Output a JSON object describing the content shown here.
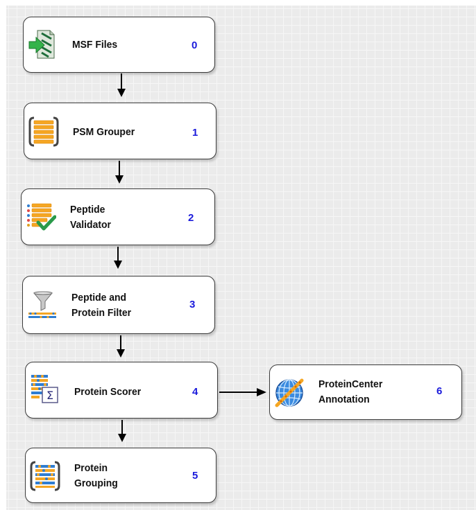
{
  "nodes": [
    {
      "id": "msf_files",
      "label": "MSF Files",
      "number": "0",
      "icon": "msf-files-icon"
    },
    {
      "id": "psm_grouper",
      "label": "PSM Grouper",
      "number": "1",
      "icon": "psm-grouper-icon"
    },
    {
      "id": "peptide_validator",
      "label": "Peptide\nValidator",
      "number": "2",
      "icon": "peptide-validator-icon"
    },
    {
      "id": "peptide_protein_filter",
      "label": "Peptide and\nProtein Filter",
      "number": "3",
      "icon": "filter-funnel-icon"
    },
    {
      "id": "protein_scorer",
      "label": "Protein Scorer",
      "number": "4",
      "icon": "protein-scorer-icon"
    },
    {
      "id": "protein_grouping",
      "label": "Protein\nGrouping",
      "number": "5",
      "icon": "protein-grouping-icon"
    },
    {
      "id": "proteincenter_annotation",
      "label": "ProteinCenter\nAnnotation",
      "number": "6",
      "icon": "globe-icon"
    }
  ],
  "edges": [
    {
      "from": "msf_files",
      "to": "psm_grouper"
    },
    {
      "from": "psm_grouper",
      "to": "peptide_validator"
    },
    {
      "from": "peptide_validator",
      "to": "peptide_protein_filter"
    },
    {
      "from": "peptide_protein_filter",
      "to": "protein_scorer"
    },
    {
      "from": "protein_scorer",
      "to": "protein_grouping"
    },
    {
      "from": "protein_scorer",
      "to": "proteincenter_annotation"
    }
  ],
  "colors": {
    "node_number": "#1a1adb",
    "node_border": "#3a3a3a",
    "canvas": "#ebebeb"
  }
}
